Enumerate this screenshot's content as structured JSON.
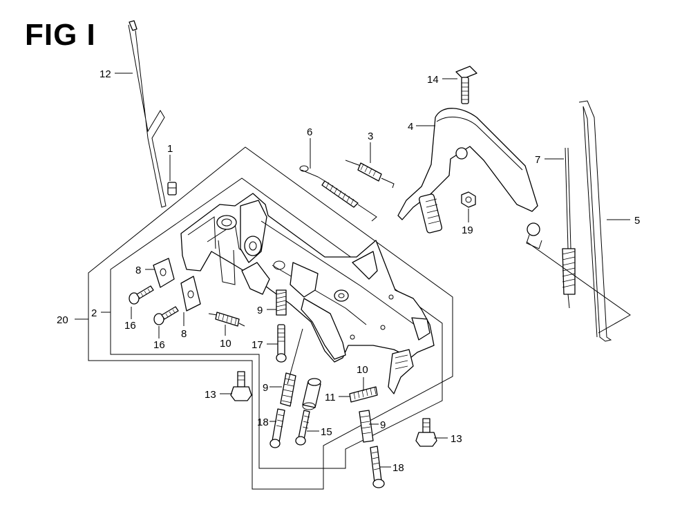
{
  "figure": {
    "title": "FIG I"
  },
  "callouts": [
    {
      "id": "c12",
      "text": "12"
    },
    {
      "id": "c1",
      "text": "1"
    },
    {
      "id": "c6",
      "text": "6"
    },
    {
      "id": "c3",
      "text": "3"
    },
    {
      "id": "c14",
      "text": "14"
    },
    {
      "id": "c4",
      "text": "4"
    },
    {
      "id": "c7",
      "text": "7"
    },
    {
      "id": "c5",
      "text": "5"
    },
    {
      "id": "c19",
      "text": "19"
    },
    {
      "id": "c8a",
      "text": "8"
    },
    {
      "id": "c8b",
      "text": "8"
    },
    {
      "id": "c16a",
      "text": "16"
    },
    {
      "id": "c16b",
      "text": "16"
    },
    {
      "id": "c2",
      "text": "2"
    },
    {
      "id": "c20",
      "text": "20"
    },
    {
      "id": "c10a",
      "text": "10"
    },
    {
      "id": "c9a",
      "text": "9"
    },
    {
      "id": "c17",
      "text": "17"
    },
    {
      "id": "c13a",
      "text": "13"
    },
    {
      "id": "c9b",
      "text": "9"
    },
    {
      "id": "c18a",
      "text": "18"
    },
    {
      "id": "c15",
      "text": "15"
    },
    {
      "id": "c10b",
      "text": "10"
    },
    {
      "id": "c11",
      "text": "11"
    },
    {
      "id": "c9c",
      "text": "9"
    },
    {
      "id": "c18b",
      "text": "18"
    },
    {
      "id": "c13b",
      "text": "13"
    }
  ]
}
